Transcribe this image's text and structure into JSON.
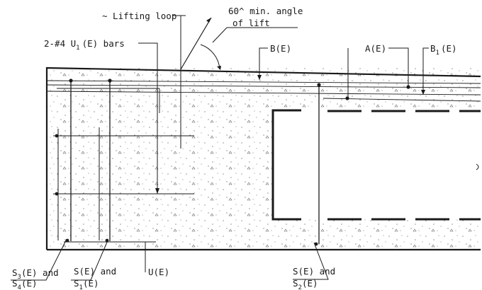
{
  "labels": {
    "lifting_loop": "~ Lifting loop",
    "angle_line1": "60^ min. angle",
    "angle_line2": "of lift",
    "u1_bars": "2-#4 U",
    "u1_sub": "1",
    "u1_suffix": "(E) bars",
    "b": "B(E)",
    "a": "A(E)",
    "b1_main": "B",
    "b1_sub": "1",
    "b1_suffix": "(E)",
    "s3_main": "S",
    "s3_sub": "3",
    "s3_suffix": "(E) and",
    "s4_main": "S",
    "s4_sub": "4",
    "s4_suffix": "(E)",
    "s_and": "S(E) and",
    "s1_main": "S",
    "s1_sub": "1",
    "s1_suffix": "(E)",
    "u": "U(E)",
    "s_and_2": "S(E) and",
    "s2_main": "S",
    "s2_sub": "2",
    "s2_suffix": "(E)"
  }
}
